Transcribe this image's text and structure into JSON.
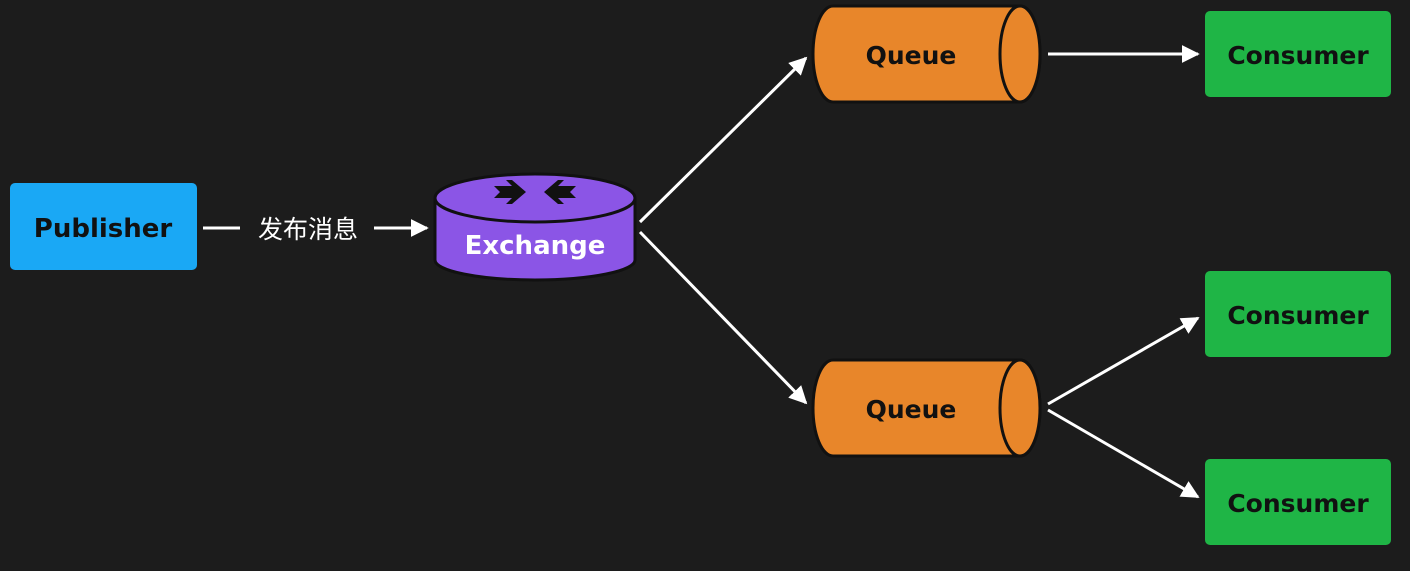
{
  "publisher": {
    "label": "Publisher",
    "color": "#1aa8f5"
  },
  "edge_label": "发布消息",
  "exchange": {
    "label": "Exchange",
    "color": "#8b55e6"
  },
  "queues": [
    {
      "label": "Queue",
      "color": "#e8862a"
    },
    {
      "label": "Queue",
      "color": "#e8862a"
    }
  ],
  "consumers": [
    {
      "label": "Consumer",
      "color": "#1fb546"
    },
    {
      "label": "Consumer",
      "color": "#1fb546"
    },
    {
      "label": "Consumer",
      "color": "#1fb546"
    }
  ],
  "colors": {
    "background": "#1c1c1c",
    "arrow": "#ffffff",
    "outline": "#111111"
  }
}
